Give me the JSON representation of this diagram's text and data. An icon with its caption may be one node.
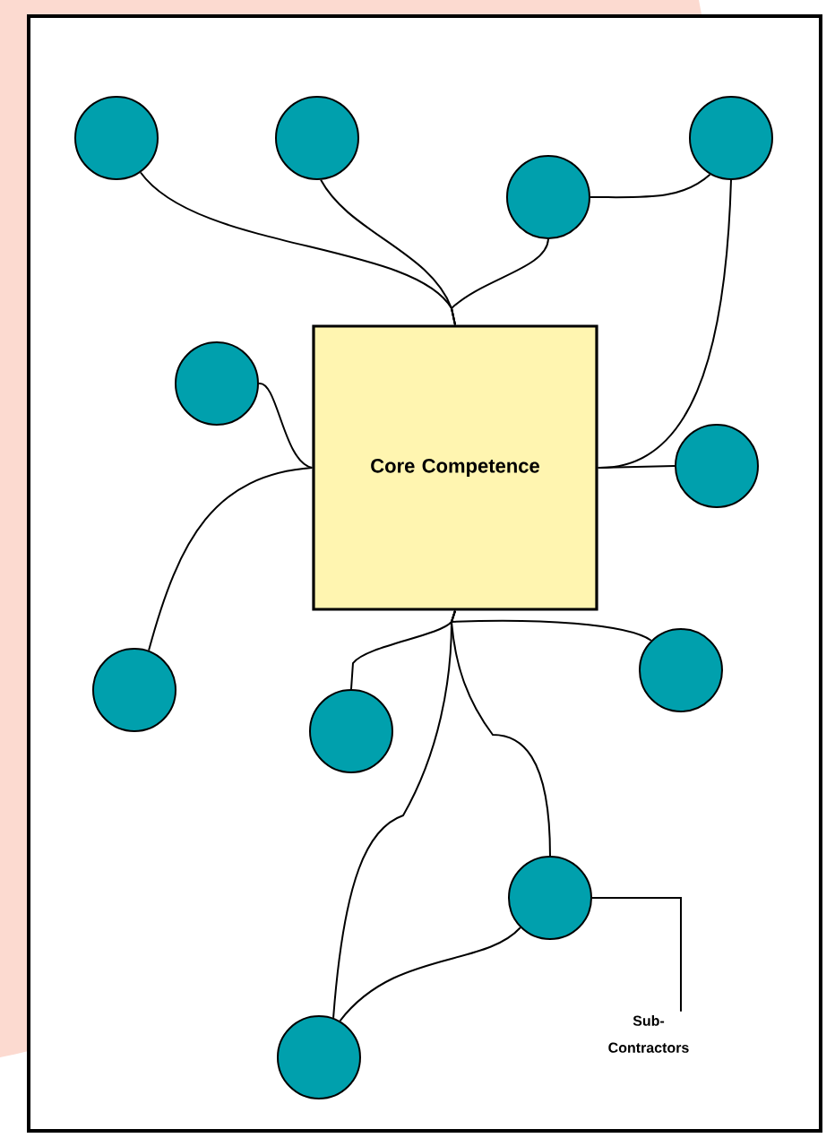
{
  "diagram": {
    "nodes": [
      {
        "text": [],
        "shape": "circle"
      },
      {
        "text": [],
        "shape": "circle"
      },
      {
        "text": [],
        "shape": "circle"
      },
      {
        "text": [],
        "shape": "circle"
      },
      {
        "text": [],
        "shape": "circle"
      },
      {
        "text": [
          "Core Competence"
        ]
      },
      {
        "text": [],
        "shape": "circle"
      },
      {
        "text": [],
        "shape": "circle"
      },
      {
        "text": [],
        "shape": "circle"
      },
      {
        "text": [],
        "shape": "circle"
      },
      {
        "text": [],
        "shape": "circle"
      },
      {
        "text": [],
        "shape": "circle"
      },
      {
        "text": [
          "Sub-Contractors"
        ]
      }
    ],
    "edges": [
      {
        "from": 0,
        "to": 5,
        "arrow": "none"
      },
      {
        "from": 1,
        "to": 5,
        "arrow": "none"
      },
      {
        "from": 3,
        "to": 5,
        "arrow": "none"
      },
      {
        "from": 3,
        "to": 2,
        "arrow": "none"
      },
      {
        "from": 2,
        "to": 5,
        "arrow": "none"
      },
      {
        "from": 6,
        "to": 5,
        "arrow": "none"
      },
      {
        "from": 4,
        "to": 5,
        "arrow": "none"
      },
      {
        "from": 7,
        "to": 5,
        "arrow": "none"
      },
      {
        "from": 8,
        "to": 5,
        "arrow": "none"
      },
      {
        "from": 9,
        "to": 5,
        "arrow": "none"
      },
      {
        "from": 11,
        "to": 5,
        "arrow": "none"
      },
      {
        "from": 10,
        "to": 5,
        "arrow": "none"
      },
      {
        "from": 10,
        "to": 11,
        "arrow": "none"
      },
      {
        "from": 12,
        "to": 10,
        "arrow": "none"
      }
    ]
  }
}
